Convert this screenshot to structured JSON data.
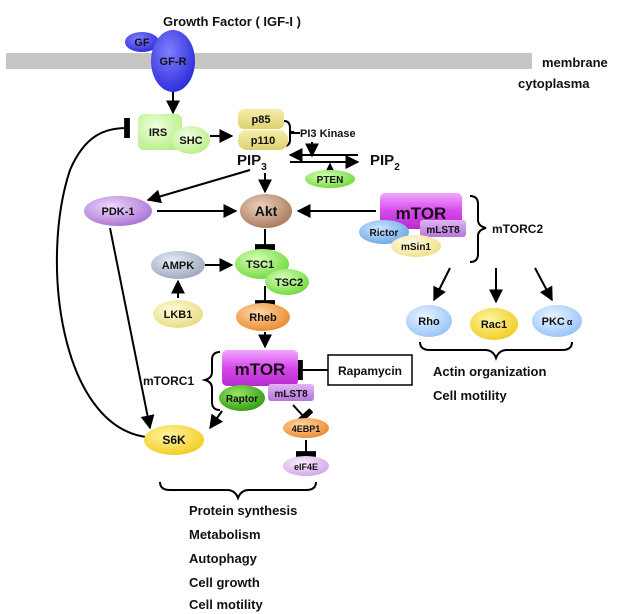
{
  "title": "Growth Factor ( IGF-I )",
  "compartments": {
    "membrane": "membrane",
    "cytoplasm": "cytoplasma"
  },
  "nodes": {
    "gf": "GF",
    "gfr": "GF-R",
    "irs": "IRS",
    "shc": "SHC",
    "p85": "p85",
    "p110": "p110",
    "pi3k": "PI3 Kinase",
    "pip3_base": "PIP",
    "pip3_sub": "3",
    "pip2_base": "PIP",
    "pip2_sub": "2",
    "pten": "PTEN",
    "pdk1": "PDK-1",
    "akt": "Akt",
    "mtor2": "mTOR",
    "rictor": "Rictor",
    "mlst8_2": "mLST8",
    "msin1": "mSin1",
    "mtorc2": "mTORC2",
    "ampk": "AMPK",
    "tsc1": "TSC1",
    "tsc2": "TSC2",
    "lkb1": "LKB1",
    "rheb": "Rheb",
    "rho": "Rho",
    "rac1": "Rac1",
    "pkc_base": "PKC",
    "pkc_sym": "α",
    "mtorc1": "mTORC1",
    "mtor1": "mTOR",
    "raptor": "Raptor",
    "mlst8_1": "mLST8",
    "rapamycin": "Rapamycin",
    "ebp1": "4EBP1",
    "eif4e": "eIF4E",
    "s6k": "S6K"
  },
  "outputs_mtorc2": [
    "Actin organization",
    "Cell motility"
  ],
  "outputs_mtorc1": [
    "Protein synthesis",
    "Metabolism",
    "Autophagy",
    "Cell growth",
    "Cell motility"
  ],
  "colors": {
    "membrane": "#c6c6c6",
    "receptor": "#3a3ae8",
    "green_light": "#c9f5a0",
    "green_mid": "#7ede4a",
    "green_dark": "#3aa81c",
    "yellow_light": "#eee89a",
    "yellow": "#f5dc46",
    "purple": "#c08ae0",
    "magenta": "#d84ae8",
    "brown": "#b88868",
    "blue_light": "#b6d8ff",
    "blue_grey": "#aeb8cc",
    "orange": "#f5a64a",
    "orange_dark": "#e8882c",
    "lavender": "#dab6f0"
  }
}
